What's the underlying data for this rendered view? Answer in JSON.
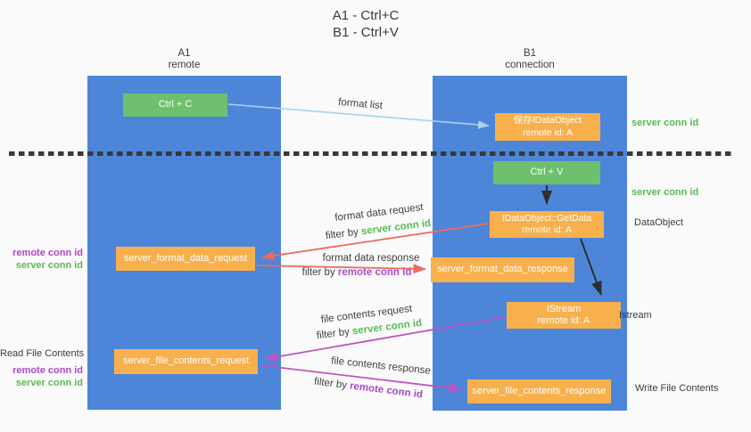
{
  "title": {
    "line1": "A1 - Ctrl+C",
    "line2": "B1 - Ctrl+V"
  },
  "lanes": {
    "a": {
      "name": "A1",
      "subtitle": "remote"
    },
    "b": {
      "name": "B1",
      "subtitle": "connection"
    }
  },
  "boxes": {
    "ctrl_c": {
      "label": "Ctrl + C"
    },
    "save_idataobject": {
      "line1": "保存IDataObject",
      "line2": "remote id: A"
    },
    "ctrl_v": {
      "label": "Ctrl + V"
    },
    "getdata": {
      "line1": "IDataObject::GetData",
      "line2": "remote id: A"
    },
    "server_format_data_request": {
      "label": "server_format_data_request"
    },
    "server_format_data_response": {
      "label": "server_format_data_response"
    },
    "istream": {
      "line1": "IStream",
      "line2": "remote id: A"
    },
    "server_file_contents_request": {
      "label": "server_file_contents_request"
    },
    "server_file_contents_response": {
      "label": "server_file_contents_response"
    }
  },
  "side_labels": {
    "server_conn_id": "server conn id",
    "remote_conn_id": "remote conn id",
    "dataobject": "DataObject",
    "istream": "Istream",
    "read_file_contents": "Read File Contents",
    "write_file_contents": "Write File Contents"
  },
  "flow_labels": {
    "format_list": "format list",
    "format_data_request": "format data request",
    "format_data_response": "format data response",
    "file_contents_request": "file contents request",
    "file_contents_response": "file contents response",
    "filter_by": "filter by",
    "server_conn_id": "server conn id",
    "remote_conn_id": "remote conn id"
  },
  "colors": {
    "lane_blue": "#4d86d9",
    "box_orange": "#f8b04c",
    "box_green": "#6ec06e",
    "arrow_light_blue": "#a8d3ef",
    "arrow_red": "#ed6a5d",
    "arrow_magenta": "#bf55c0",
    "arrow_black": "#2e2e2e",
    "label_green": "#57bb57",
    "label_purple": "#ac49c8",
    "background": "#fafafa"
  }
}
